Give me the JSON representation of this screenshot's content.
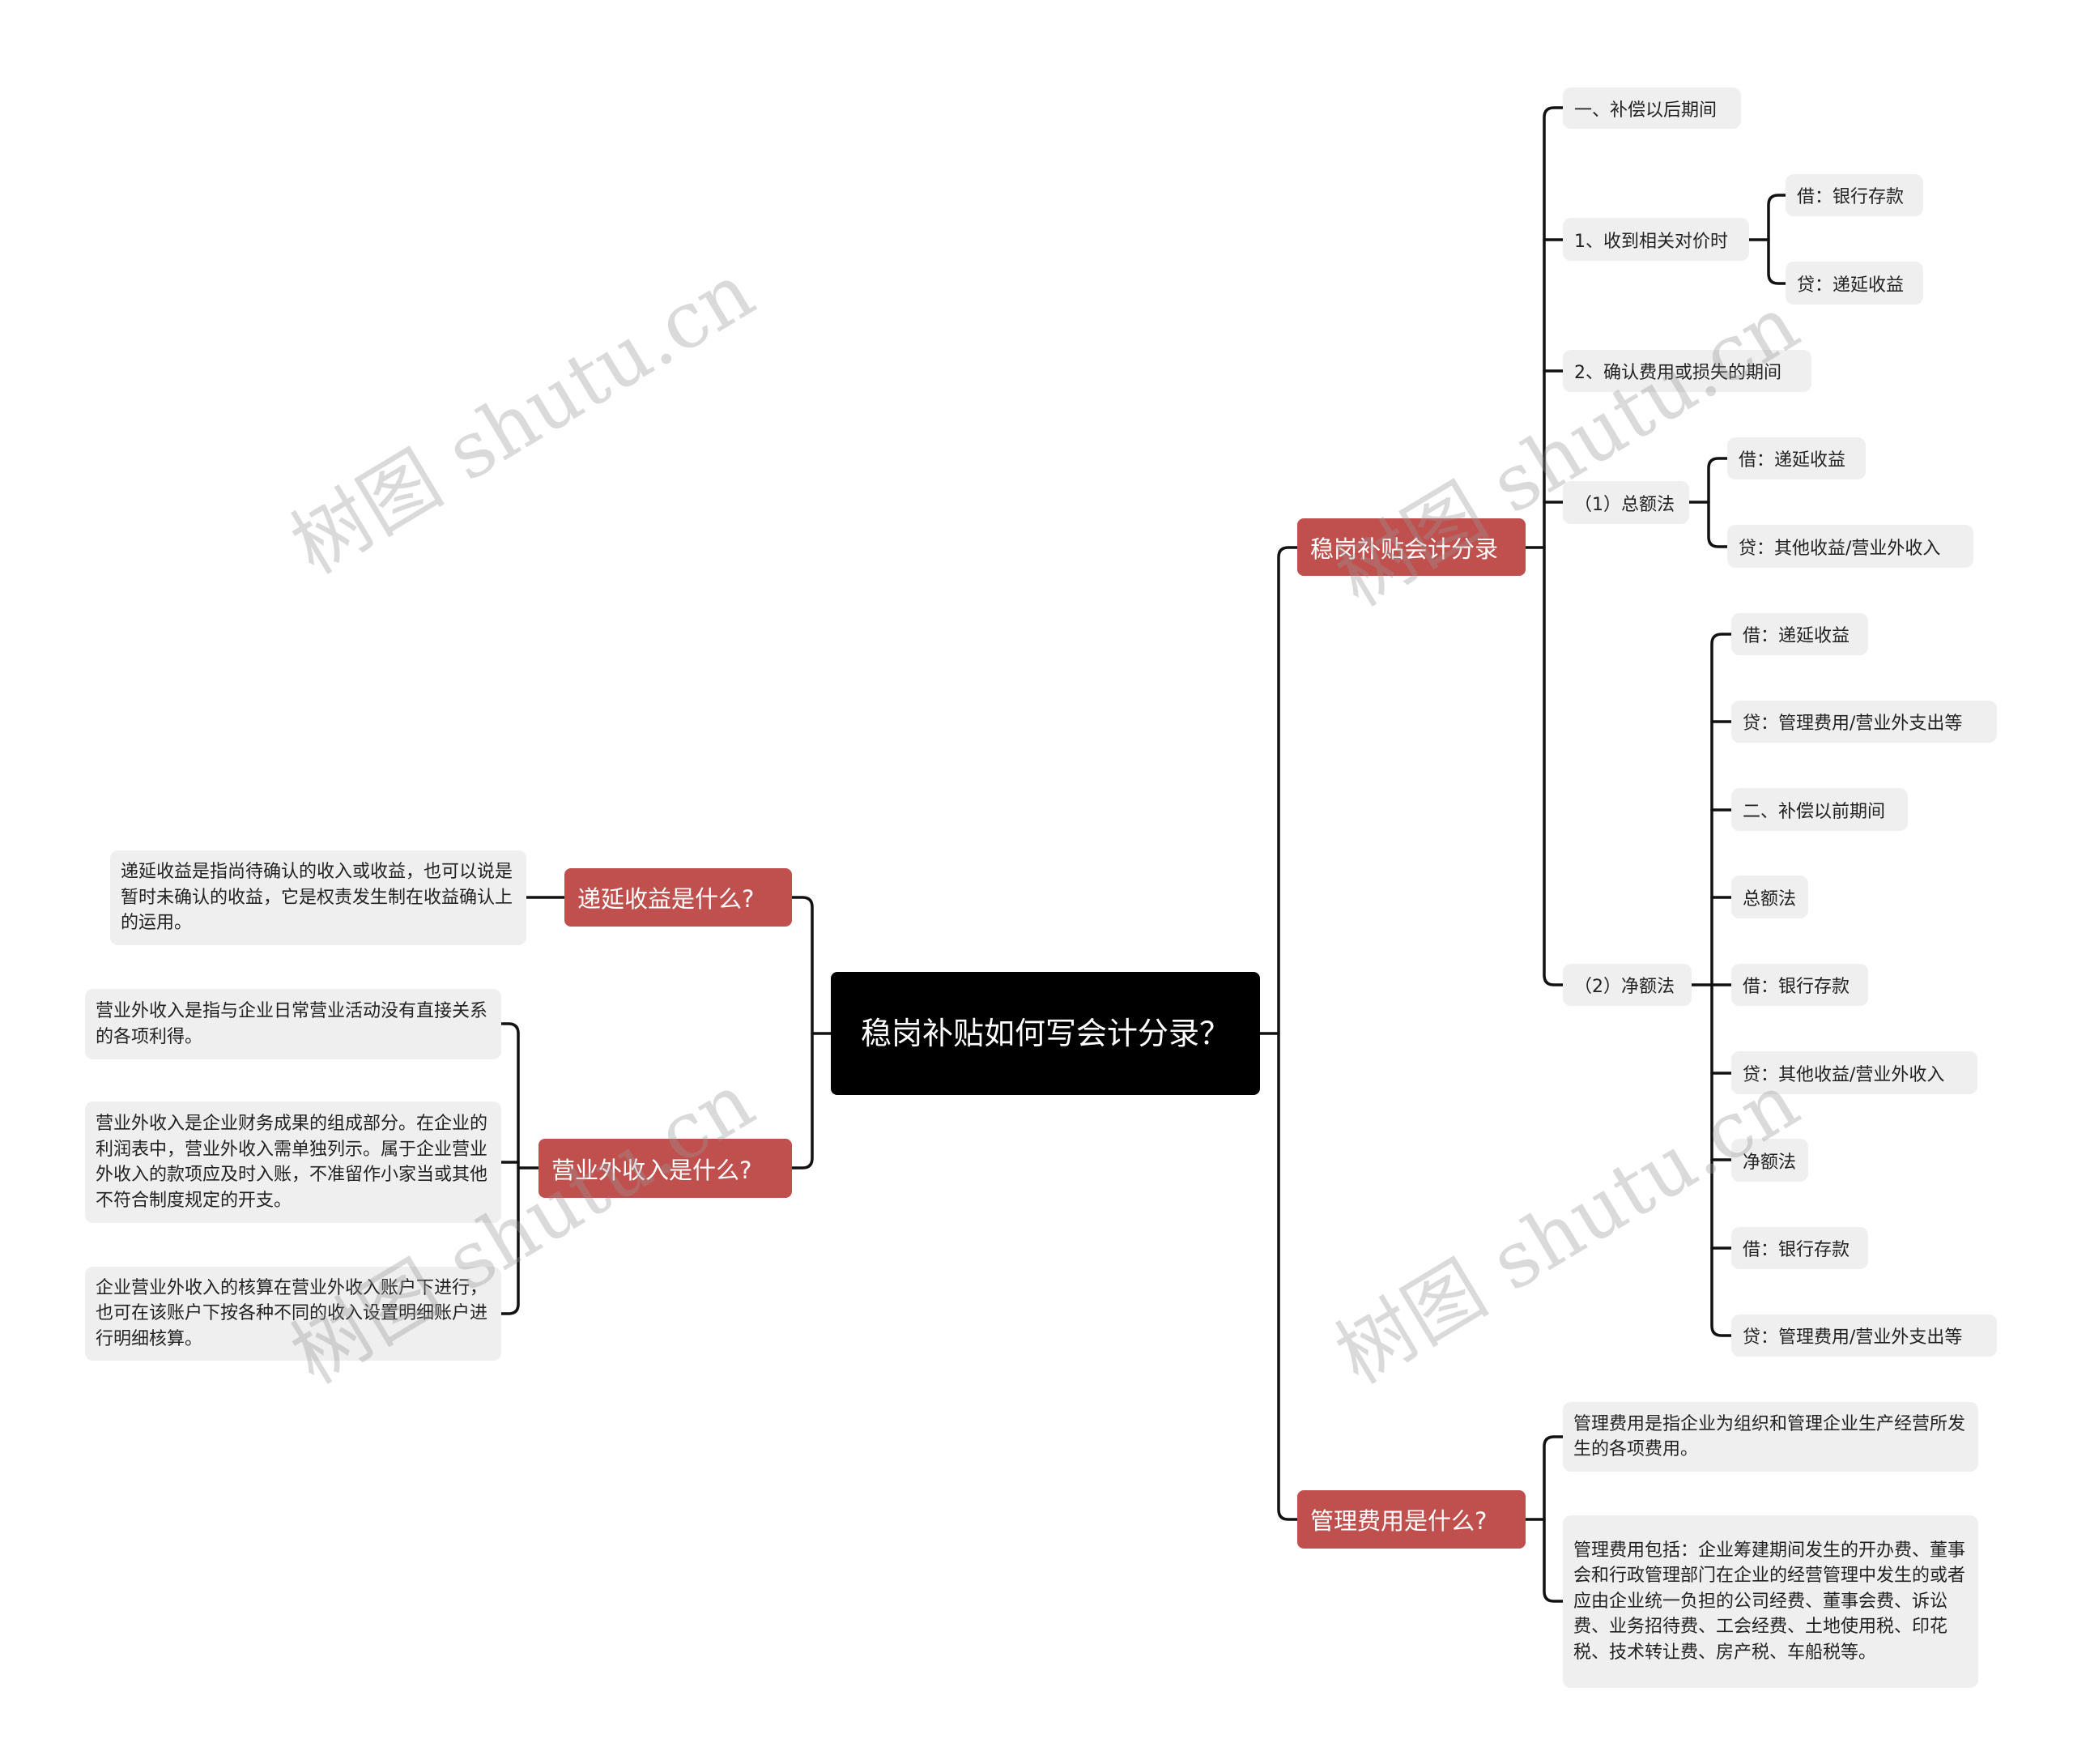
{
  "root": "稳岗补贴如何写会计分录？",
  "branches": {
    "accounting": {
      "label": "稳岗补贴会计分录",
      "after_period": "一、补偿以后期间",
      "receive": {
        "label": "1、收到相关对价时",
        "debit": "借：银行存款",
        "credit": "贷：递延收益"
      },
      "confirm": "2、确认费用或损失的期间",
      "gross": {
        "label": "（1）总额法",
        "debit": "借：递延收益",
        "credit": "贷：其他收益/营业外收入"
      },
      "net": {
        "label": "（2）净额法",
        "items": [
          "借：递延收益",
          "贷：管理费用/营业外支出等",
          "二、补偿以前期间",
          "总额法",
          "借：银行存款",
          "贷：其他收益/营业外收入",
          "净额法",
          "借：银行存款",
          "贷：管理费用/营业外支出等"
        ]
      }
    },
    "admin_expense": {
      "label": "管理费用是什么?",
      "items": [
        "管理费用是指企业为组织和管理企业生产经营所发生的各项费用。",
        "管理费用包括：企业筹建期间发生的开办费、董事会和行政管理部门在企业的经营管理中发生的或者应由企业统一负担的公司经费、董事会费、诉讼费、业务招待费、工会经费、土地使用税、印花税、技术转让费、房产税、车船税等。"
      ]
    },
    "deferred": {
      "label": "递延收益是什么?",
      "items": [
        "递延收益是指尚待确认的收入或收益，也可以说是暂时未确认的收益，它是权责发生制在收益确认上的运用。"
      ]
    },
    "non_operating": {
      "label": "营业外收入是什么?",
      "items": [
        "营业外收入是指与企业日常营业活动没有直接关系的各项利得。",
        "营业外收入是企业财务成果的组成部分。在企业的利润表中，营业外收入需单独列示。属于企业营业外收入的款项应及时入账，不准留作小家当或其他不符合制度规定的开支。",
        "企业营业外收入的核算在营业外收入账户下进行，也可在该账户下按各种不同的收入设置明细账户进行明细核算。"
      ]
    }
  },
  "watermark": "树图 shutu.cn",
  "colors": {
    "root": "#000000",
    "branch": "#c0504d",
    "leaf": "#efefef",
    "line": "#111111"
  }
}
